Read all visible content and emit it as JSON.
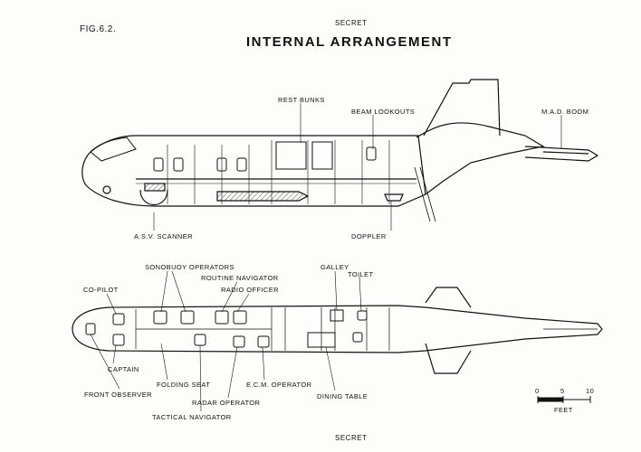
{
  "header": {
    "classification_top": "SECRET",
    "figure_number": "FIG.6.2.",
    "title": "INTERNAL ARRANGEMENT"
  },
  "footer": {
    "classification_bottom": "SECRET"
  },
  "side_view": {
    "labels": {
      "rest_bunks": "REST BUNKS",
      "beam_lookouts": "BEAM LOOKOUTS",
      "mad_boom": "M.A.D. BOOM",
      "asv_scanner": "A.S.V. SCANNER",
      "doppler": "DOPPLER"
    }
  },
  "plan_view": {
    "labels": {
      "sonobuoy_operators": "SONOBUOY OPERATORS",
      "routine_navigator": "ROUTINE NAVIGATOR",
      "radio_officer": "RADIO OFFICER",
      "galley": "GALLEY",
      "toilet": "TOILET",
      "co_pilot": "CO-PILOT",
      "captain": "CAPTAIN",
      "folding_seat": "FOLDING SEAT",
      "front_observer": "FRONT OBSERVER",
      "ecm_operator": "E.C.M. OPERATOR",
      "dining_table": "DINING TABLE",
      "radar_operator": "RADAR OPERATOR",
      "tactical_navigator": "TACTICAL NAVIGATOR"
    }
  },
  "scale_bar": {
    "ticks": [
      "0",
      "5",
      "10"
    ],
    "unit": "FEET"
  },
  "colors": {
    "ink": "#111111",
    "paper": "#fdfdfb",
    "hatch": "#555555"
  }
}
